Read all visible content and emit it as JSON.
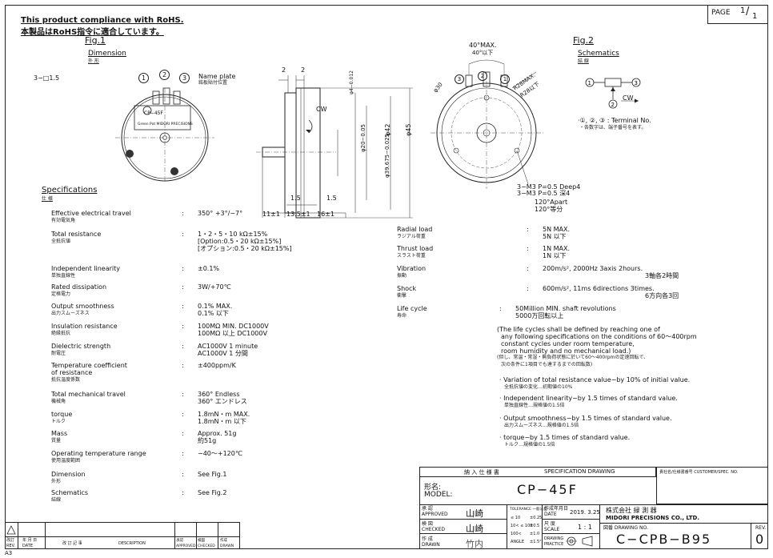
{
  "header": {
    "rohs_en": "This product compliance with RoHS.",
    "rohs_jp": "本製品はRoHS指令に適合しています。",
    "page_label": "PAGE",
    "page_num": "1",
    "page_total": "1"
  },
  "fig1": {
    "title": "Fig.1",
    "dimension_en": "Dimension",
    "dimension_jp": "外 形",
    "hole_label": "3−□1.5",
    "nameplate_en": "Name plate",
    "nameplate_jp": "銘板貼付位置",
    "plate_text_model": "CP−45F",
    "plate_text_brand": "Green Pot MIDORI PRECISIONS",
    "dim_2a": "2",
    "dim_2b": "2",
    "dim_4": "φ4−0.012",
    "dim_20": "φ20−0.05",
    "dim_39": "φ39.675−0.025",
    "dim_42": "φ42",
    "dim_45": "φ45",
    "cw": "CW",
    "dim_15a": "1.5",
    "dim_15b": "1.5",
    "dim_11": "11±1",
    "dim_135": "13.5±1",
    "dim_16": "16±1",
    "angle_en": "40°MAX.",
    "angle_jp": "40°以下",
    "r28_en": "R28MAX.",
    "r28_jp": "R28以下",
    "phi30": "φ30",
    "m3_en": "3−M3 P=0.5 Deep4",
    "m3_jp": "3−M3 P=0.5 深4",
    "apart_en": "120°Apart",
    "apart_jp": "120°等分",
    "terminals": [
      "1",
      "2",
      "3"
    ]
  },
  "fig2": {
    "title": "Fig.2",
    "schematics_en": "Schematics",
    "schematics_jp": "結 線",
    "cw": "CW",
    "note_en": "·①, ②, ③ : Terminal No.",
    "note_jp": "・各数字は、端子番号を表す。"
  },
  "specs": {
    "title_en": "Specifications",
    "title_jp": "仕 様",
    "colon": ":",
    "left": [
      {
        "en": "Effective electrical travel",
        "jp": "有効電気角",
        "val": [
          "350° +3°/−7°"
        ]
      },
      {
        "en": "Total resistance",
        "jp": "全抵抗値",
        "val": [
          "1・2・5・10 kΩ±15%",
          "[Option:0.5・20 kΩ±15%]",
          "[オプション:0.5・20 kΩ±15%]"
        ]
      },
      {
        "en": "Independent linearity",
        "jp": "単独直線性",
        "val": [
          "±0.1%"
        ]
      },
      {
        "en": "Rated dissipation",
        "jp": "定格電力",
        "val": [
          "3W/+70℃"
        ]
      },
      {
        "en": "Output smoothness",
        "jp": "出力スムーズネス",
        "val": [
          "0.1% MAX.",
          "0.1% 以下"
        ]
      },
      {
        "en": "Insulation resistance",
        "jp": "絶縁抵抗",
        "val": [
          "100MΩ MIN. DC1000V",
          "100MΩ 以上 DC1000V"
        ]
      },
      {
        "en": "Dielectric strength",
        "jp": "耐電圧",
        "val": [
          "AC1000V 1 minute",
          "AC1000V 1 分間"
        ]
      },
      {
        "en": "Temperature coefficient\nof resistance",
        "jp": "抵抗温度係数",
        "val": [
          "±400ppm/K"
        ]
      },
      {
        "en": "Total mechanical travel",
        "jp": "機械角",
        "val": [
          "360° Endless",
          "360° エンドレス"
        ]
      },
      {
        "en": "torque",
        "jp": "トルク",
        "val": [
          "1.8mN・m MAX.",
          "1.8mN・m 以下"
        ]
      },
      {
        "en": "Mass",
        "jp": "質量",
        "val": [
          "Approx. 51g",
          "約51g"
        ]
      },
      {
        "en": "Operating temperature range",
        "jp": "使用温度範囲",
        "val": [
          "−40〜+120℃"
        ]
      },
      {
        "en": "Dimension",
        "jp": "外形",
        "val": [
          "See Fig.1"
        ]
      },
      {
        "en": "Schematics",
        "jp": "結線",
        "val": [
          "See Fig.2"
        ]
      }
    ],
    "right": [
      {
        "en": "Radial load",
        "jp": "ラジアル荷重",
        "val": [
          "5N MAX.",
          "5N 以下"
        ]
      },
      {
        "en": "Thrust load",
        "jp": "スラスト荷重",
        "val": [
          "1N MAX.",
          "1N 以下"
        ]
      },
      {
        "en": "Vibration",
        "jp": "振動",
        "val": [
          "200m/s², 2000Hz 3axis 2hours.",
          "3軸各2時間"
        ]
      },
      {
        "en": "Shock",
        "jp": "衝撃",
        "val": [
          "600m/s², 11ms 6directions 3times.",
          "6方向各3回"
        ]
      }
    ],
    "life": {
      "en": "Life cycle",
      "jp": "寿命",
      "val1": "50Million MIN. shaft revolutions",
      "val2": "5000万回転以上",
      "para": [
        "(The life cycles shall be defined by reaching one of",
        "any following specifications on the conditions of 60〜400rpm",
        "constant cycles under room temperature,",
        "room humidity and no mechanical load.)",
        "(但し、常温・常湿・無負荷状態に於いて60〜400rpmの定速回転で、",
        "次の条件に1項目でも達するまでの回転数)"
      ],
      "bullets": [
        {
          "en": "· Variation of total resistance value−by 10% of initial value.",
          "jp": "全抵抗値の変化…初期値の10%"
        },
        {
          "en": "· Independent linearity−by 1.5 times of standard value.",
          "jp": "単独直線性…規格値の1.5倍"
        },
        {
          "en": "· Output smoothness−by 1.5 times of standard value.",
          "jp": "出力スムーズネス…規格値の1.5倍"
        },
        {
          "en": "· torque−by 1.5 times of standard value.",
          "jp": "トルク…規格値の1.5倍"
        }
      ]
    }
  },
  "titleblock": {
    "spec_jp": "納 入 仕 様 書",
    "spec_en": "SPECIFICATION DRAWING",
    "customer": "貴社名/仕様書番号 CUSTOMER/SPEC. NO.",
    "model_jp": "形名:",
    "model_en": "MODEL:",
    "model": "CP−45F",
    "approved_jp": "承 認",
    "approved_en": "APPROVED",
    "checked_jp": "検 図",
    "checked_en": "CHECKED",
    "drawn_jp": "作 成",
    "drawn_en": "DRAWN",
    "sig_approved": "山崎",
    "sig_checked": "山崎",
    "sig_drawn": "竹内",
    "tol_title": "TOLERANCE 一般公差",
    "tol_rows": [
      [
        "≤ 10",
        "±0.25"
      ],
      [
        "10< ≤ 100",
        "±0.5"
      ],
      [
        "100<",
        "±1.0"
      ],
      [
        "ANGLE",
        "±1.5°"
      ]
    ],
    "date_jp": "作成年月日",
    "date_en": "DATE",
    "date": "2019. 3.25",
    "scale_jp": "尺 度",
    "scale_en": "SCALE",
    "scale": "1 : 1",
    "practice_en": "DRAWING PRACTICE",
    "company_jp": "株式会社 緑 測 器",
    "company_en": "MIDORI PRECISIONS CO., LTD.",
    "drawing_no_label": "図番 DRAWING NO.",
    "rev_label": "REV.",
    "drawing_no": "C−CPB−B95",
    "rev": "0"
  },
  "revblock": {
    "rev": "改訂\nREV.",
    "date": "年 月 日\nDATE",
    "desc_jp": "改 訂 記 事",
    "desc_en": "DESCRIPTION",
    "approved": "承認\nAPPROVED",
    "checked": "検図\nCHECKED",
    "drawn": "作成\nDRAWN"
  },
  "sheet_size": "A3"
}
